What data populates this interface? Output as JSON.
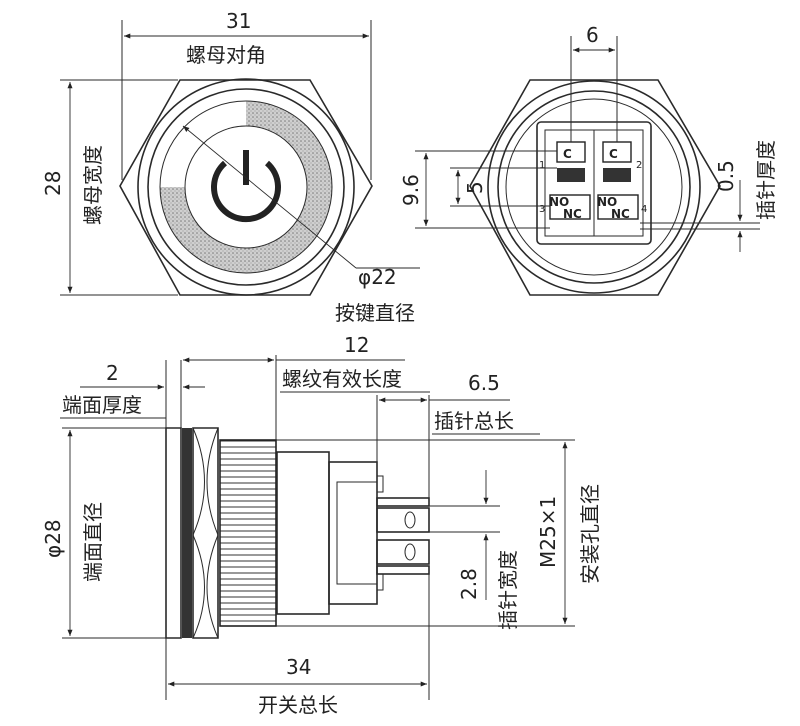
{
  "front_view": {
    "nut_across_corners_value": "31",
    "nut_across_corners_label": "螺母对角",
    "nut_width_value": "28",
    "nut_width_label": "螺母宽度",
    "button_diameter_value": "φ22",
    "button_diameter_label": "按键直径"
  },
  "rear_view": {
    "pin_spacing_value": "6",
    "outer_span_value": "9.6",
    "inner_span_value": "5",
    "pin_thickness_value": "0.5",
    "pin_thickness_label": "插针厚度",
    "terminals": [
      "C",
      "C",
      "NO",
      "NC",
      "NO",
      "NC"
    ],
    "terminal_numbers": [
      "1",
      "2",
      "3",
      "4"
    ]
  },
  "side_view": {
    "face_thickness_value": "2",
    "face_thickness_label": "端面厚度",
    "thread_length_value": "12",
    "thread_length_label": "螺纹有效长度",
    "pin_total_value": "6.5",
    "pin_total_label": "插针总长",
    "face_diameter_value": "φ28",
    "face_diameter_label": "端面直径",
    "pin_width_value": "2.8",
    "pin_width_label": "插针宽度",
    "mount_hole_value": "M25×1",
    "mount_hole_label": "安装孔直径",
    "total_length_value": "34",
    "total_length_label": "开关总长"
  }
}
